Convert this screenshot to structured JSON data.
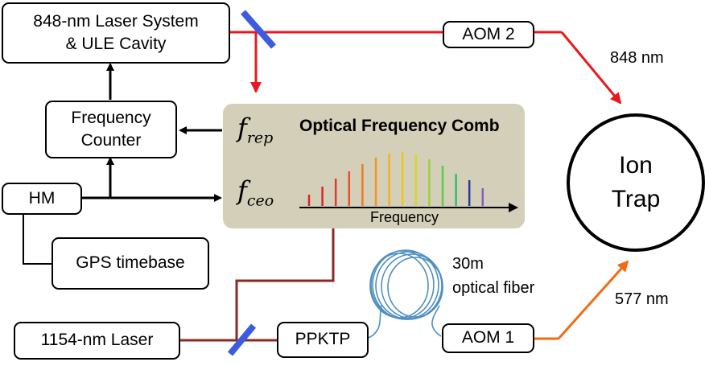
{
  "boxes": {
    "laser_848": "848-nm Laser System\n& ULE Cavity",
    "frequency_counter": "Frequency\nCounter",
    "hm": "HM",
    "gps_timebase": "GPS timebase",
    "laser_1154": "1154-nm Laser",
    "ppktp": "PPKTP",
    "aom1": "AOM 1",
    "aom2": "AOM 2"
  },
  "ion_trap": "Ion\nTrap",
  "comb": {
    "title": "Optical Frequency Comb",
    "f_rep_base": "f",
    "f_rep_sub": "rep",
    "f_ceo_base": "f",
    "f_ceo_sub": "ceo",
    "axis_label": "Frequency",
    "line_colors": [
      "#d9262c",
      "#d9262c",
      "#e23a2a",
      "#e8512a",
      "#ef7a22",
      "#f4931f",
      "#f7b11c",
      "#f2c61d",
      "#d6d62a",
      "#9bd13a",
      "#5fc94a",
      "#2fbf6e",
      "#2a3a9e",
      "#8a5ac8"
    ]
  },
  "labels": {
    "wavelength_848": "848 nm",
    "wavelength_577": "577 nm",
    "fiber_length": "30m",
    "fiber_type": "optical fiber"
  },
  "colors": {
    "beam_848": "#e8191e",
    "beam_577": "#f26b12",
    "beam_1154": "#8b2a22",
    "fiber": "#4f8fc0",
    "mirror": "#3b5ce0",
    "comb_panel": "#d4cfb9"
  }
}
